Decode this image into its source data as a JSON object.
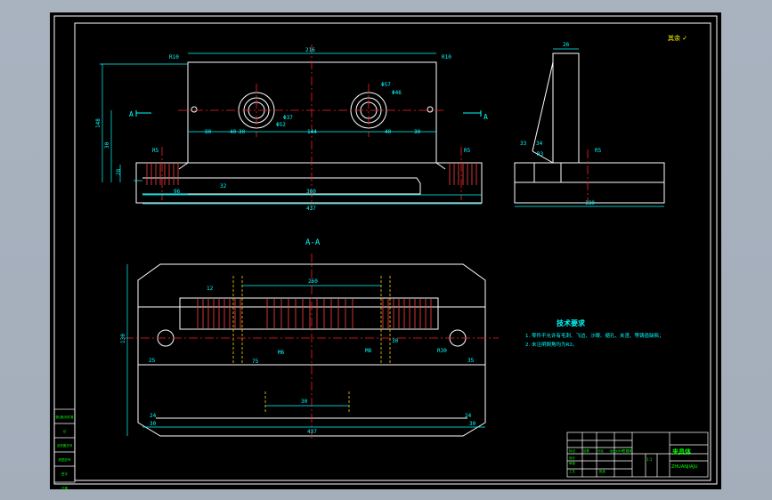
{
  "colors": {
    "background": "#a9b3c0",
    "sheet": "#000000",
    "border": "#ffffff",
    "outline": "#ffffff",
    "dimension": "#00ffff",
    "centerline": "#ff2020",
    "hatch": "#ff4040",
    "hidden": "#ffd400",
    "note": "#00ff66",
    "title_text": "#00ff00"
  },
  "section_label": "A-A",
  "section_marker_left": "A",
  "section_marker_right": "A",
  "roughness_mark": "其余 ✓",
  "tech_requirements": {
    "title": "技术要求",
    "items": [
      "1. 零件不允许有毛刺、飞边、沙眼、缩孔、夹渣、等铸造缺陷；",
      "2. 未注明倒角均为R2。"
    ]
  },
  "title_block": {
    "name": "夹具体",
    "drawing_no": "ZHUANJIAJU",
    "scale": "1:1",
    "row_labels": [
      "标记",
      "处数",
      "分区",
      "更改文件号",
      "签名",
      "日期"
    ],
    "approval_labels": [
      "设计",
      "审核",
      "工艺",
      "批准"
    ]
  },
  "side_stamp": {
    "lines": [
      "借(通)用件登记",
      "旧底图总号",
      "底图总号",
      "签字",
      "日期"
    ]
  },
  "front_view_dims": [
    "216",
    "R10",
    "R10",
    "Φ57",
    "Φ46",
    "Φ37",
    "Φ52",
    "80",
    "30",
    "40",
    "144",
    "40",
    "30",
    "148",
    "30",
    "28",
    "R5",
    "R5",
    "96",
    "32",
    "360",
    "437"
  ],
  "side_view_dims": [
    "26",
    "33",
    "34",
    "R5",
    "R3",
    "180"
  ],
  "section_view_dims": [
    "260",
    "12",
    "130",
    "M6",
    "25",
    "30",
    "75",
    "R30",
    "35",
    "M8",
    "24",
    "24",
    "30",
    "437",
    "30",
    "30"
  ]
}
